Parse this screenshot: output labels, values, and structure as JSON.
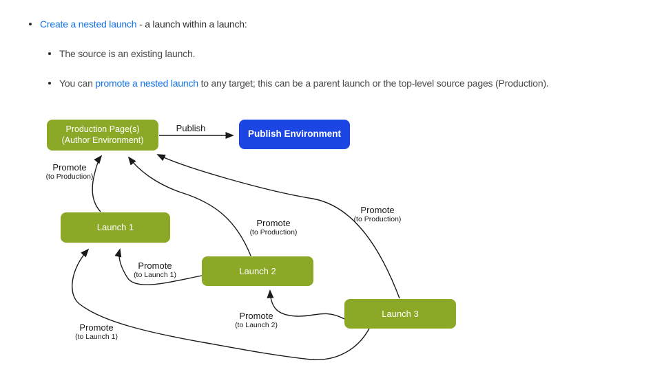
{
  "list": {
    "item1": {
      "link_text": "Create a nested launch",
      "rest_text": " - a launch within a launch:"
    },
    "item1_sub1": {
      "text": "The source is an existing launch."
    },
    "item1_sub2": {
      "pre_text": "You can ",
      "link_text": "promote a nested launch",
      "post_text": " to any target; this can be a parent launch or the top-level source pages (Production)."
    }
  },
  "diagram": {
    "nodes": {
      "production": {
        "line1": "Production Page(s)",
        "line2": "(Author Environment)"
      },
      "publish_env": {
        "label": "Publish Environment"
      },
      "launch1": {
        "label": "Launch 1"
      },
      "launch2": {
        "label": "Launch 2"
      },
      "launch3": {
        "label": "Launch 3"
      }
    },
    "edge_labels": {
      "publish": {
        "text": "Publish"
      },
      "launch1_to_production": {
        "text": "Promote",
        "target": "(to Production)"
      },
      "launch2_to_production": {
        "text": "Promote",
        "target": "(to Production)"
      },
      "launch3_to_production": {
        "text": "Promote",
        "target": "(to Production)"
      },
      "launch2_to_launch1": {
        "text": "Promote",
        "target": "(to Launch 1)"
      },
      "launch3_to_launch1": {
        "text": "Promote",
        "target": "(to Launch 1)"
      },
      "launch3_to_launch2": {
        "text": "Promote",
        "target": "(to Launch 2)"
      }
    }
  },
  "colors": {
    "link_blue": "#1473e6",
    "node_green": "#8ca827",
    "node_blue": "#1c46e4",
    "arrow": "#1a1a1a",
    "text_primary": "#2e2e2e",
    "text_secondary": "#4a4a4a",
    "background": "#ffffff"
  }
}
